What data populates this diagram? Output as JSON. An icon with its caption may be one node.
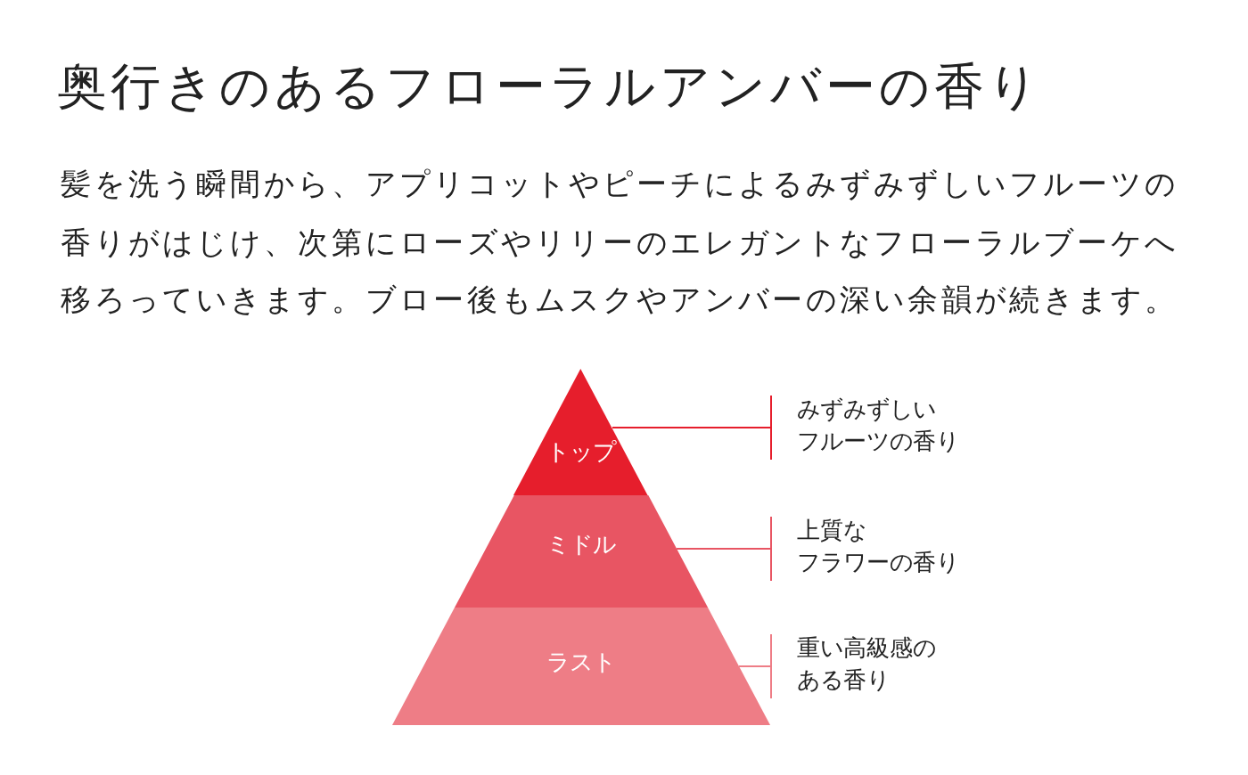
{
  "diagram": {
    "title": "奥行きのあるフローラルアンバーの香り",
    "caption": "髪を洗う瞬間から、アプリコットやピーチによるみずみずしいフルーツの香りがはじけ、次第にローズやリリーのエレガントなフローラルブーケへ移ろっていきます。ブロー後もムスクやアンバーの深い余韻が続きます。",
    "nodes": [
      {
        "text": [
          "トップ"
        ]
      },
      {
        "text": [
          "みずみずしいフルーツの香り"
        ]
      },
      {
        "text": [
          "ミドル"
        ]
      },
      {
        "text": [
          "上質なフラワーの香り"
        ]
      },
      {
        "text": [
          "ラスト"
        ]
      },
      {
        "text": [
          "重い高級感のある香り"
        ]
      }
    ],
    "edges": [
      {
        "from": 0,
        "to": 1,
        "arrow": "none"
      },
      {
        "from": 2,
        "to": 3,
        "arrow": "none",
        "color": "#e85563"
      },
      {
        "from": 4,
        "to": 5,
        "arrow": "none",
        "color": "#ee7d86"
      }
    ]
  }
}
